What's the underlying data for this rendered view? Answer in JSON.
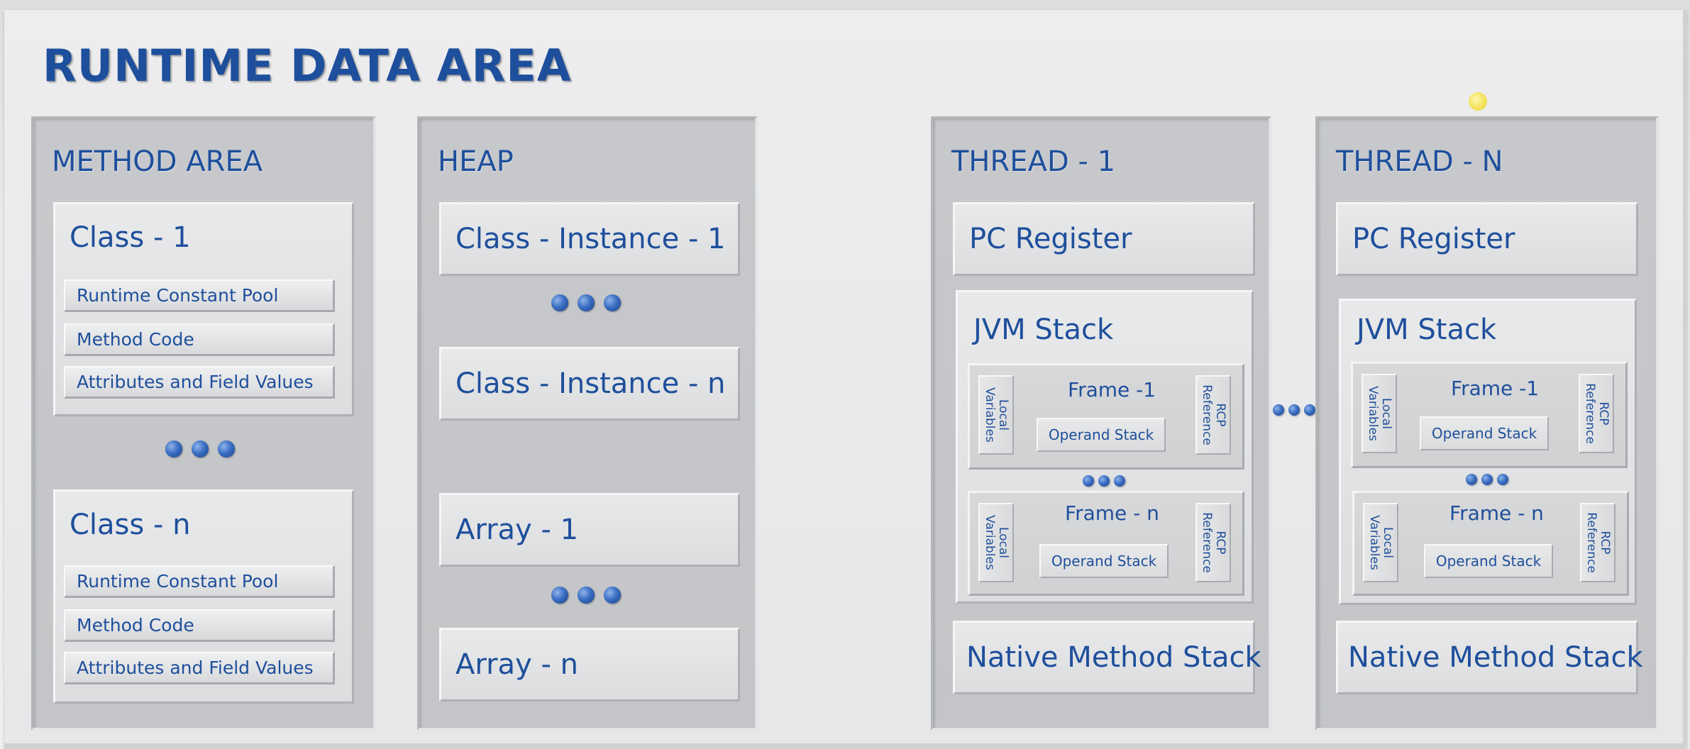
{
  "title": "RUNTIME DATA AREA",
  "method_area": {
    "title": "METHOD AREA",
    "classes": [
      {
        "name": "Class - 1",
        "items": [
          "Runtime Constant Pool",
          "Method Code",
          "Attributes and Field Values"
        ]
      },
      {
        "name": "Class - n",
        "items": [
          "Runtime Constant Pool",
          "Method Code",
          "Attributes and Field Values"
        ]
      }
    ]
  },
  "heap": {
    "title": "HEAP",
    "instances": [
      "Class - Instance - 1",
      "Class - Instance - n"
    ],
    "arrays": [
      "Array - 1",
      "Array - n"
    ]
  },
  "threads": [
    {
      "title": "THREAD - 1",
      "pc_register": "PC Register",
      "jvm_stack": {
        "title": "JVM Stack",
        "frames": [
          {
            "name": "Frame -1",
            "local_vars": "Local\nVariables",
            "rcp": "RCP\nReference",
            "operand": "Operand Stack"
          },
          {
            "name": "Frame - n",
            "local_vars": "Local\nVariables",
            "rcp": "RCP\nReference",
            "operand": "Operand Stack"
          }
        ]
      },
      "native_stack": "Native Method Stack"
    },
    {
      "title": "THREAD - N",
      "pc_register": "PC Register",
      "jvm_stack": {
        "title": "JVM Stack",
        "frames": [
          {
            "name": "Frame -1",
            "local_vars": "Local\nVariables",
            "rcp": "RCP\nReference",
            "operand": "Operand Stack"
          },
          {
            "name": "Frame - n",
            "local_vars": "Local\nVariables",
            "rcp": "RCP\nReference",
            "operand": "Operand Stack"
          }
        ]
      },
      "native_stack": "Native Method Stack"
    }
  ],
  "colors": {
    "text": "#1e4f9c",
    "column": "#c6c8cb",
    "box": "#e3e4e5",
    "dot": "#3b6fc4",
    "cursor": "#f3e14a"
  },
  "icons": [
    "ellipsis-dots-icon",
    "cursor-highlight-icon"
  ]
}
